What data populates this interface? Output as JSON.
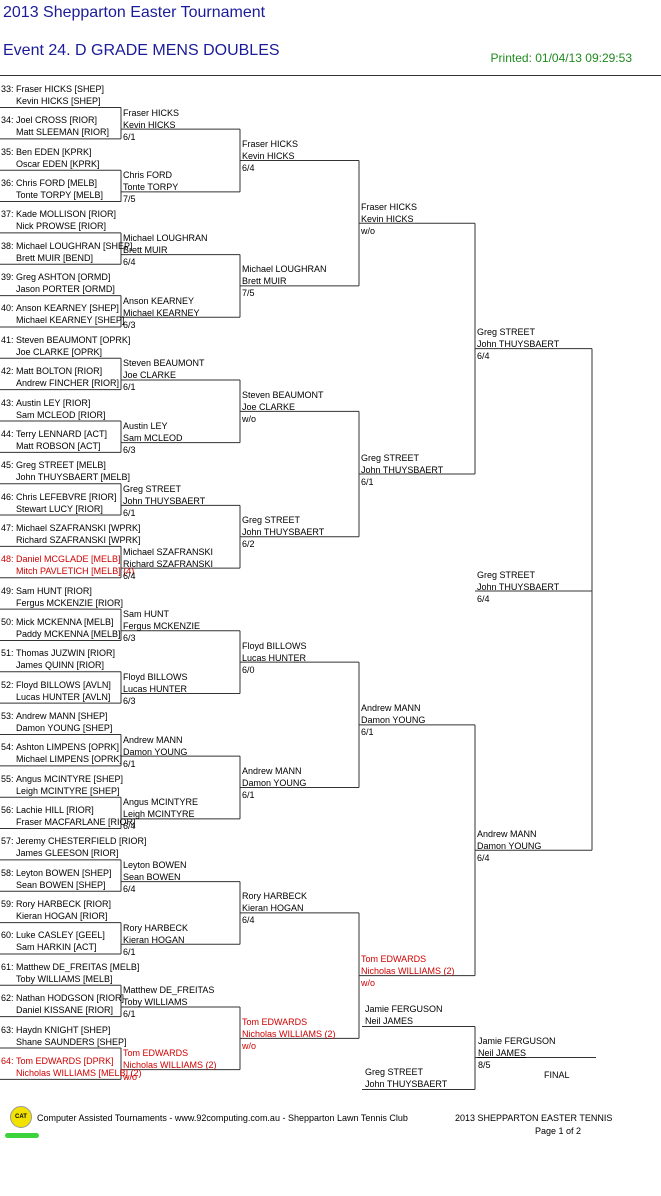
{
  "header": {
    "title": "2013 Shepparton Easter Tournament",
    "event": "Event 24. D GRADE MENS DOUBLES",
    "printed": "Printed: 01/04/13 09:29:53"
  },
  "round1": [
    {
      "n": "33:",
      "p1": "Fraser HICKS [SHEP]",
      "p2": "Kevin HICKS [SHEP]"
    },
    {
      "n": "34:",
      "p1": "Joel CROSS [RIOR]",
      "p2": "Matt SLEEMAN [RIOR]"
    },
    {
      "n": "35:",
      "p1": "Ben EDEN [KPRK]",
      "p2": "Oscar EDEN [KPRK]"
    },
    {
      "n": "36:",
      "p1": "Chris FORD [MELB]",
      "p2": "Tonte TORPY [MELB]"
    },
    {
      "n": "37:",
      "p1": "Kade MOLLISON [RIOR]",
      "p2": "Nick PROWSE [RIOR]"
    },
    {
      "n": "38:",
      "p1": "Michael LOUGHRAN [SHEP]",
      "p2": "Brett MUIR [BEND]"
    },
    {
      "n": "39:",
      "p1": "Greg ASHTON [ORMD]",
      "p2": "Jason PORTER [ORMD]"
    },
    {
      "n": "40:",
      "p1": "Anson KEARNEY [SHEP]",
      "p2": "Michael KEARNEY [SHEP]"
    },
    {
      "n": "41:",
      "p1": "Steven BEAUMONT [OPRK]",
      "p2": "Joe CLARKE [OPRK]"
    },
    {
      "n": "42:",
      "p1": "Matt BOLTON [RIOR]",
      "p2": "Andrew FINCHER [RIOR]"
    },
    {
      "n": "43:",
      "p1": "Austin LEY [RIOR]",
      "p2": "Sam MCLEOD [RIOR]"
    },
    {
      "n": "44:",
      "p1": "Terry LENNARD [ACT]",
      "p2": "Matt ROBSON [ACT]"
    },
    {
      "n": "45:",
      "p1": "Greg STREET [MELB]",
      "p2": "John THUYSBAERT [MELB]"
    },
    {
      "n": "46:",
      "p1": "Chris LEFEBVRE [RIOR]",
      "p2": "Stewart LUCY [RIOR]"
    },
    {
      "n": "47:",
      "p1": "Michael SZAFRANSKI [WPRK]",
      "p2": "Richard SZAFRANSKI [WPRK]"
    },
    {
      "n": "48:",
      "p1": "Daniel MCGLADE [MELB]",
      "p2": "Mitch PAVLETICH [MELB] (4)",
      "red": true
    },
    {
      "n": "49:",
      "p1": "Sam HUNT [RIOR]",
      "p2": "Fergus MCKENZIE [RIOR]"
    },
    {
      "n": "50:",
      "p1": "Mick MCKENNA [MELB]",
      "p2": "Paddy MCKENNA [MELB]"
    },
    {
      "n": "51:",
      "p1": "Thomas JUZWIN [RIOR]",
      "p2": "James QUINN [RIOR]"
    },
    {
      "n": "52:",
      "p1": "Floyd BILLOWS [AVLN]",
      "p2": "Lucas HUNTER [AVLN]"
    },
    {
      "n": "53:",
      "p1": "Andrew MANN [SHEP]",
      "p2": "Damon YOUNG [SHEP]"
    },
    {
      "n": "54:",
      "p1": "Ashton LIMPENS [OPRK]",
      "p2": "Michael LIMPENS [OPRK]"
    },
    {
      "n": "55:",
      "p1": "Angus MCINTYRE [SHEP]",
      "p2": "Leigh MCINTYRE [SHEP]"
    },
    {
      "n": "56:",
      "p1": "Lachie HILL [RIOR]",
      "p2": "Fraser MACFARLANE [RIOR]"
    },
    {
      "n": "57:",
      "p1": "Jeremy CHESTERFIELD [RIOR]",
      "p2": "James GLEESON [RIOR]"
    },
    {
      "n": "58:",
      "p1": "Leyton BOWEN [SHEP]",
      "p2": "Sean BOWEN [SHEP]"
    },
    {
      "n": "59:",
      "p1": "Rory HARBECK [RIOR]",
      "p2": "Kieran HOGAN [RIOR]"
    },
    {
      "n": "60:",
      "p1": "Luke CASLEY [GEEL]",
      "p2": "Sam HARKIN [ACT]"
    },
    {
      "n": "61:",
      "p1": "Matthew DE_FREITAS [MELB]",
      "p2": "Toby WILLIAMS [MELB]"
    },
    {
      "n": "62:",
      "p1": "Nathan HODGSON [RIOR]",
      "p2": "Daniel KISSANE [RIOR]"
    },
    {
      "n": "63:",
      "p1": "Haydn KNIGHT [SHEP]",
      "p2": "Shane SAUNDERS [SHEP]"
    },
    {
      "n": "64:",
      "p1": "Tom EDWARDS [DPRK]",
      "p2": "Nicholas WILLIAMS [MELB] (2)",
      "red": true
    }
  ],
  "round2": [
    {
      "p1": "Fraser HICKS",
      "p2": "Kevin HICKS",
      "score": "6/1"
    },
    {
      "p1": "Chris FORD",
      "p2": "Tonte TORPY",
      "score": "7/5"
    },
    {
      "p1": "Michael LOUGHRAN",
      "p2": "Brett MUIR",
      "score": "6/4"
    },
    {
      "p1": "Anson KEARNEY",
      "p2": "Michael KEARNEY",
      "score": "6/3"
    },
    {
      "p1": "Steven BEAUMONT",
      "p2": "Joe CLARKE",
      "score": "6/1"
    },
    {
      "p1": "Austin LEY",
      "p2": "Sam MCLEOD",
      "score": "6/3"
    },
    {
      "p1": "Greg STREET",
      "p2": "John THUYSBAERT",
      "score": "6/1"
    },
    {
      "p1": "Michael SZAFRANSKI",
      "p2": "Richard SZAFRANSKI",
      "score": "6/4"
    },
    {
      "p1": "Sam HUNT",
      "p2": "Fergus MCKENZIE",
      "score": "6/3"
    },
    {
      "p1": "Floyd BILLOWS",
      "p2": "Lucas HUNTER",
      "score": "6/3"
    },
    {
      "p1": "Andrew MANN",
      "p2": "Damon YOUNG",
      "score": "6/1"
    },
    {
      "p1": "Angus MCINTYRE",
      "p2": "Leigh MCINTYRE",
      "score": "6/4"
    },
    {
      "p1": "Leyton BOWEN",
      "p2": "Sean BOWEN",
      "score": "6/4"
    },
    {
      "p1": "Rory HARBECK",
      "p2": "Kieran HOGAN",
      "score": "6/1"
    },
    {
      "p1": "Matthew DE_FREITAS",
      "p2": "Toby WILLIAMS",
      "score": "6/1"
    },
    {
      "p1": "Tom EDWARDS",
      "p2": "Nicholas WILLIAMS (2)",
      "score": "w/o",
      "red": true
    }
  ],
  "round3": [
    {
      "p1": "Fraser HICKS",
      "p2": "Kevin HICKS",
      "score": "6/4"
    },
    {
      "p1": "Michael LOUGHRAN",
      "p2": "Brett MUIR",
      "score": "7/5"
    },
    {
      "p1": "Steven BEAUMONT",
      "p2": "Joe CLARKE",
      "score": "w/o"
    },
    {
      "p1": "Greg STREET",
      "p2": "John THUYSBAERT",
      "score": "6/2"
    },
    {
      "p1": "Floyd BILLOWS",
      "p2": "Lucas HUNTER",
      "score": "6/0"
    },
    {
      "p1": "Andrew MANN",
      "p2": "Damon YOUNG",
      "score": "6/1"
    },
    {
      "p1": "Rory HARBECK",
      "p2": "Kieran HOGAN",
      "score": "6/4"
    },
    {
      "p1": "Tom EDWARDS",
      "p2": "Nicholas WILLIAMS (2)",
      "score": "w/o",
      "red": true
    }
  ],
  "round4": [
    {
      "p1": "Fraser HICKS",
      "p2": "Kevin HICKS",
      "score": "w/o"
    },
    {
      "p1": "Greg STREET",
      "p2": "John THUYSBAERT",
      "score": "6/1"
    },
    {
      "p1": "Andrew MANN",
      "p2": "Damon YOUNG",
      "score": "6/1"
    },
    {
      "p1": "Tom EDWARDS",
      "p2": "Nicholas WILLIAMS (2)",
      "score": "w/o",
      "red": true
    }
  ],
  "round5": [
    {
      "p1": "Greg STREET",
      "p2": "John THUYSBAERT",
      "score": "6/4"
    },
    {
      "p1": "Andrew MANN",
      "p2": "Damon YOUNG",
      "score": "6/4"
    }
  ],
  "semi_final": {
    "p1": "Greg STREET",
    "p2": "John THUYSBAERT",
    "score": "6/4"
  },
  "final": {
    "top_p1": "Jamie FERGUSON",
    "top_p2": "Neil JAMES",
    "bottom_p1": "Greg STREET",
    "bottom_p2": "John THUYSBAERT",
    "winner_p1": "Jamie FERGUSON",
    "winner_p2": "Neil JAMES",
    "score": "8/5",
    "label": "FINAL"
  },
  "footer": {
    "logo_text": "CAT",
    "credit": "Computer Assisted Tournaments - www.92computing.com.au -  Shepparton Lawn Tennis Club",
    "tournament": "2013 SHEPPARTON EASTER TENNIS",
    "page": "Page 1 of 2"
  }
}
